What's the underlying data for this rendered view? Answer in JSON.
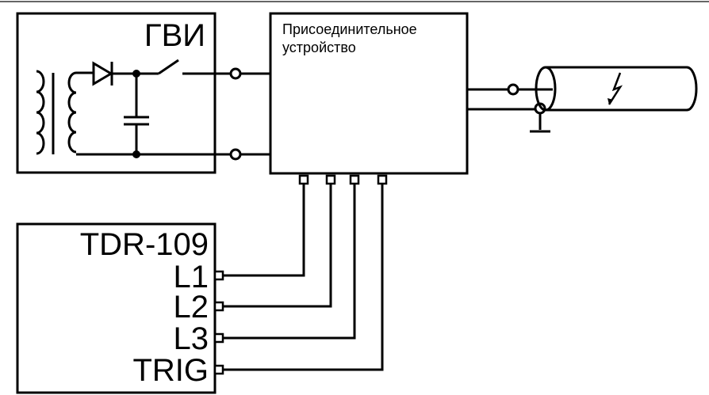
{
  "diagram": {
    "generator_label": "ГВИ",
    "coupler_label_line1": "Присоединительное",
    "coupler_label_line2": "устройство",
    "tdr_title": "TDR-109",
    "ports": [
      {
        "label": "L1"
      },
      {
        "label": "L2"
      },
      {
        "label": "L3"
      },
      {
        "label": "TRIG"
      }
    ]
  },
  "colors": {
    "stroke": "#000000",
    "background": "#ffffff"
  }
}
